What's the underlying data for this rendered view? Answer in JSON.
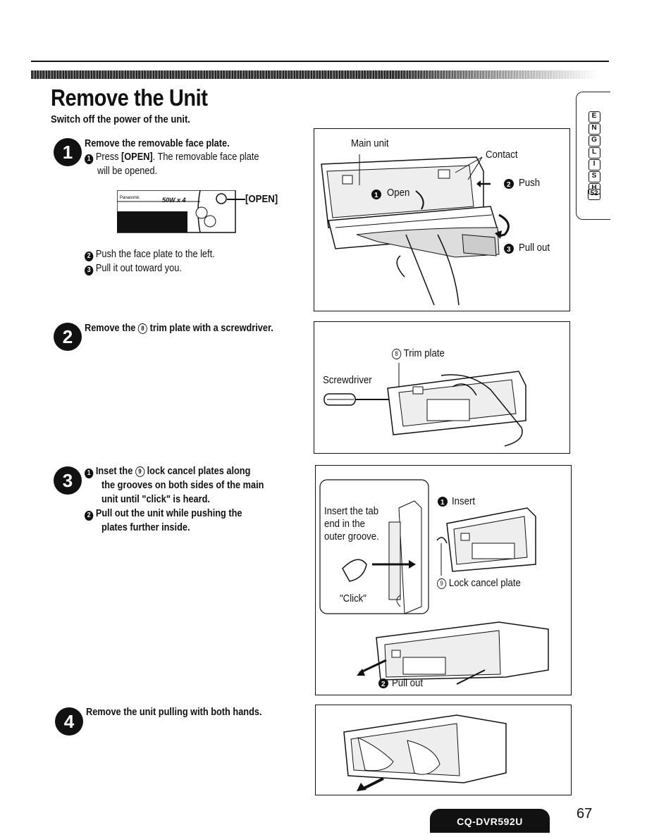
{
  "page": {
    "title": "Remove the Unit",
    "subtitle": "Switch off the power of the unit.",
    "side_tab_letters": [
      "E",
      "N",
      "G",
      "L",
      "I",
      "S",
      "H"
    ],
    "side_tab_number": "52",
    "model": "CQ-DVR592U",
    "page_number": "67"
  },
  "steps": [
    {
      "number": "1",
      "title": "Remove the removable face plate.",
      "items": [
        {
          "marker": "1",
          "pre": "Press ",
          "key": "[OPEN]",
          "post": ". The removable face plate",
          "line2": "will be opened."
        },
        {
          "marker": "2",
          "text": "Push the face plate to the left."
        },
        {
          "marker": "3",
          "text": "Pull it out toward you."
        }
      ],
      "faceplate": {
        "text1": "50W x 4",
        "open_label": "[OPEN]"
      },
      "figure": {
        "main_unit": "Main unit",
        "contact": "Contact",
        "open": "Open",
        "push": "Push",
        "pull_out": "Pull out",
        "marker_open": "1",
        "marker_push": "2",
        "marker_pull": "3"
      }
    },
    {
      "number": "2",
      "title_pre": "Remove the ",
      "ref": "8",
      "title_post": " trim plate with a screwdriver.",
      "figure": {
        "ref": "8",
        "trim_plate": "Trim plate",
        "screwdriver": "Screwdriver"
      }
    },
    {
      "number": "3",
      "item1_pre": "Inset the ",
      "ref": "9",
      "item1_post": " lock cancel plates along",
      "item1_line2": "the grooves on both sides of the main",
      "item1_line3": "unit until \"click\" is heard.",
      "item2_line1": "Pull out the unit while pushing the",
      "item2_line2": "plates further inside.",
      "figure": {
        "tab_note": [
          "Insert the tab",
          "end in the",
          "outer groove."
        ],
        "click": "\"Click\"",
        "insert": "Insert",
        "ref": "9",
        "lock_cancel_plate": "Lock cancel plate",
        "pull_out": "Pull out"
      }
    },
    {
      "number": "4",
      "title": "Remove the unit pulling with both hands."
    }
  ]
}
